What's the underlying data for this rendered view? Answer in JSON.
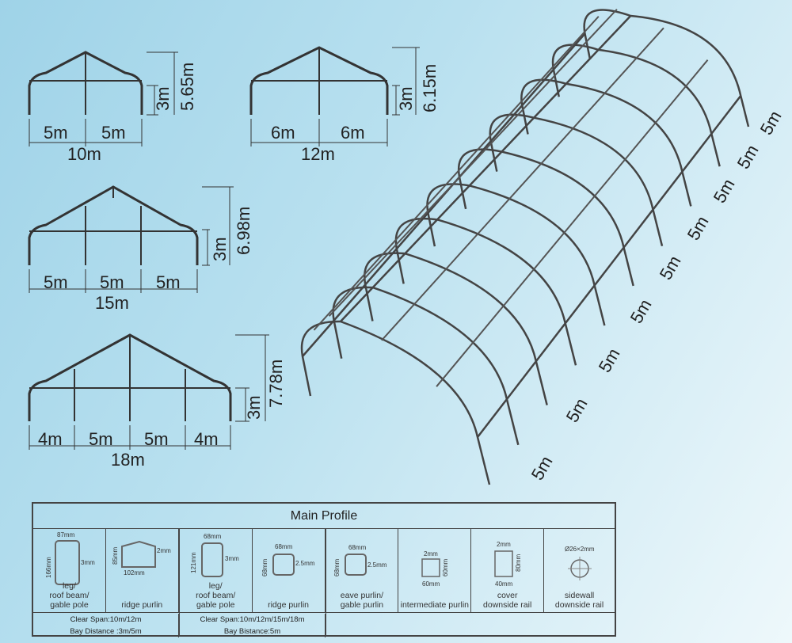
{
  "tents": [
    {
      "bays": [
        "5m",
        "5m"
      ],
      "span": "10m",
      "eave": "3m",
      "height": "5.65m"
    },
    {
      "bays": [
        "6m",
        "6m"
      ],
      "span": "12m",
      "eave": "3m",
      "height": "6.15m"
    },
    {
      "bays": [
        "5m",
        "5m",
        "5m"
      ],
      "span": "15m",
      "eave": "3m",
      "height": "6.98m"
    },
    {
      "bays": [
        "4m",
        "5m",
        "5m",
        "4m"
      ],
      "span": "18m",
      "eave": "3m",
      "height": "7.78m"
    }
  ],
  "frame3d": {
    "bay_labels": [
      "5m",
      "5m",
      "5m",
      "5m",
      "5m",
      "5m",
      "5m",
      "5m",
      "5m"
    ]
  },
  "profile_table": {
    "title": "Main Profile",
    "cells": [
      {
        "label": [
          "leg/",
          "roof beam/",
          "gable pole"
        ],
        "dims": [
          "87mm",
          "166mm",
          "3mm"
        ]
      },
      {
        "label": [
          "ridge purlin"
        ],
        "dims": [
          "85mm",
          "2mm",
          "102mm"
        ]
      },
      {
        "label": [
          "leg/",
          "roof beam/",
          "gable pole"
        ],
        "dims": [
          "68mm",
          "121mm",
          "3mm"
        ]
      },
      {
        "label": [
          "ridge purlin"
        ],
        "dims": [
          "68mm",
          "68mm",
          "2.5mm"
        ]
      },
      {
        "label": [
          "eave purlin/",
          "gable purlin"
        ],
        "dims": [
          "68mm",
          "68mm",
          "2.5mm"
        ]
      },
      {
        "label": [
          "intermediate purlin"
        ],
        "dims": [
          "2mm",
          "60mm",
          "60mm"
        ]
      },
      {
        "label": [
          "cover",
          "downside rail"
        ],
        "dims": [
          "2mm",
          "80mm",
          "40mm"
        ]
      },
      {
        "label": [
          "sidewall",
          "downside rail"
        ],
        "dims": [
          "Ø26×2mm"
        ]
      }
    ],
    "footer": [
      {
        "line1": "Clear Span:10m/12m",
        "line2": "Bay Distance :3m/5m"
      },
      {
        "line1": "Clear Span:10m/12m/15m/18m",
        "line2": "Bay Bistance:5m"
      }
    ]
  }
}
